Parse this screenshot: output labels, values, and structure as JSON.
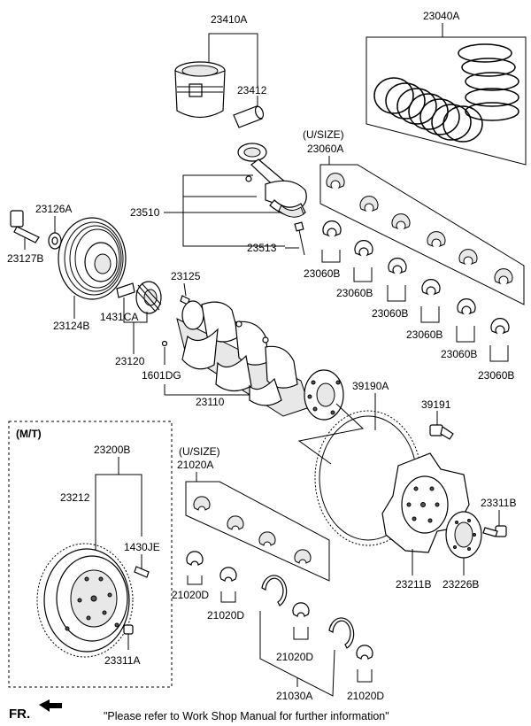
{
  "labels": {
    "l23410A": "23410A",
    "l23412": "23412",
    "l23040A": "23040A",
    "usize1": "(U/SIZE)",
    "l23060A": "23060A",
    "l23126A": "23126A",
    "l23127B": "23127B",
    "l23510": "23510",
    "l23513": "23513",
    "l23060B_1": "23060B",
    "l23060B_2": "23060B",
    "l23060B_3": "23060B",
    "l23060B_4": "23060B",
    "l23060B_5": "23060B",
    "l23060B_6": "23060B",
    "l23125": "23125",
    "l23124B": "23124B",
    "l1431CA": "1431CA",
    "l23120": "23120",
    "l1601DG": "1601DG",
    "l23110": "23110",
    "l39190A": "39190A",
    "l39191": "39191",
    "mt": "(M/T)",
    "l23200B": "23200B",
    "l23212": "23212",
    "l1430JE": "1430JE",
    "l23311A": "23311A",
    "usize2": "(U/SIZE)",
    "l21020A": "21020A",
    "l21020D_1": "21020D",
    "l21020D_2": "21020D",
    "l21020D_3": "21020D",
    "l21020D_4": "21020D",
    "l21030A": "21030A",
    "l23311B": "23311B",
    "l23211B": "23211B",
    "l23226B": "23226B"
  },
  "footer": {
    "fr": "FR.",
    "note": "\"Please refer to Work Shop Manual for further information\""
  }
}
